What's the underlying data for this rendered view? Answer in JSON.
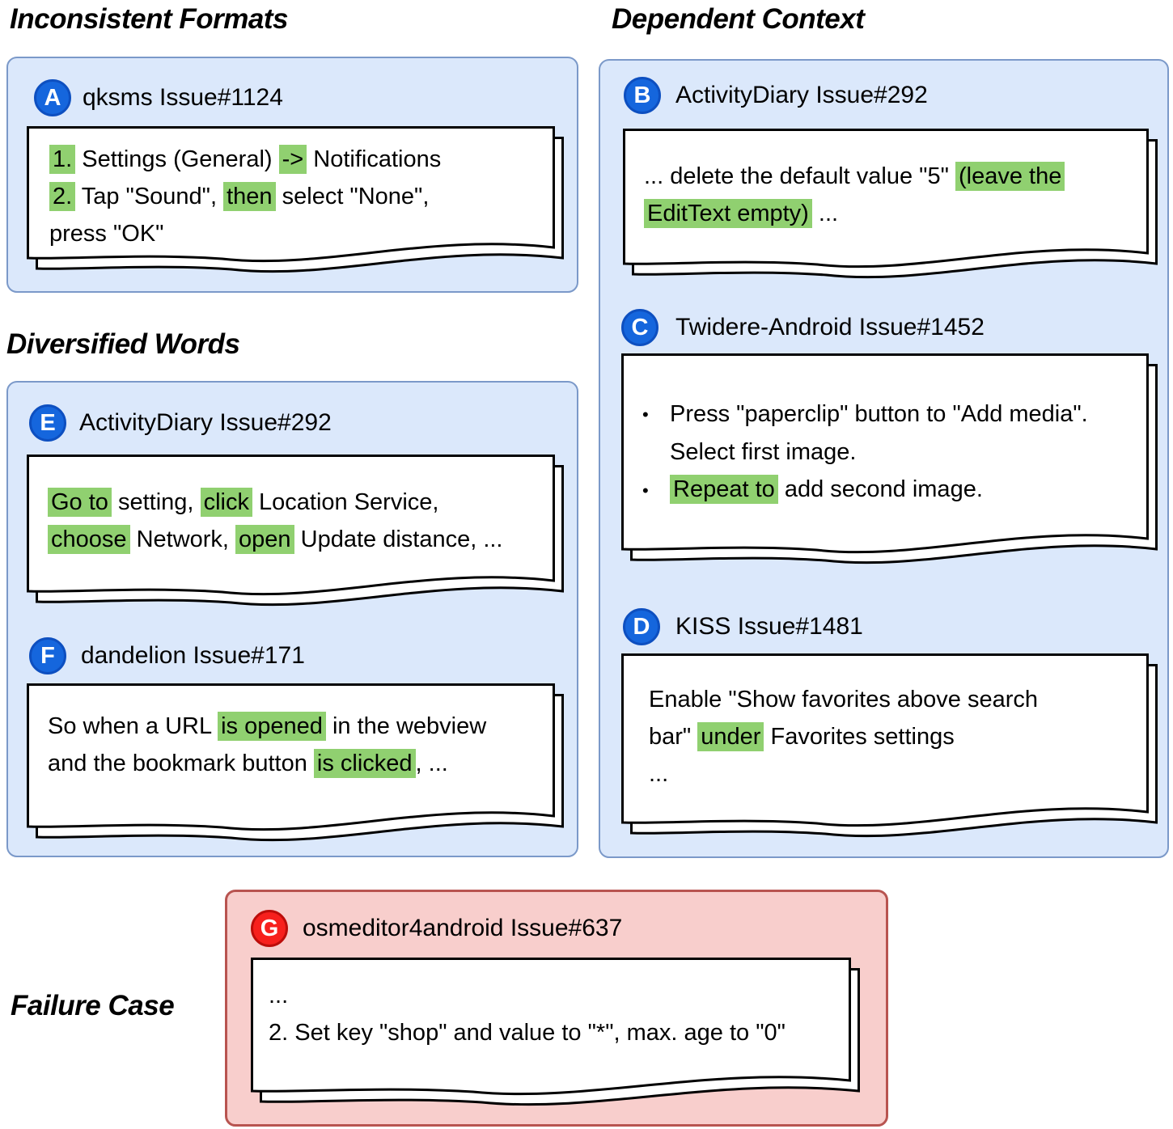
{
  "meta": {
    "bullet_glyph": "•"
  },
  "colors": {
    "blue_panel_bg": "#dbe8fb",
    "blue_panel_border": "#7b99c9",
    "red_panel_bg": "#f8cecc",
    "red_panel_border": "#b85450",
    "badge_blue_bg": "#1566dd",
    "badge_blue_border": "#0d4fc0",
    "badge_red_bg": "#f7201d",
    "badge_red_border": "#bc0d0a",
    "highlight_green": "#90d070",
    "doc_border": "#000000",
    "doc_bg": "#ffffff",
    "text": "#000000"
  },
  "titles": {
    "inconsistent": "Inconsistent Formats",
    "dependent": "Dependent Context",
    "diversified": "Diversified Words",
    "failure": "Failure Case"
  },
  "cards": {
    "A": {
      "letter": "A",
      "header": "qksms Issue#1124",
      "lines": [
        {
          "segs": [
            {
              "t": "1.",
              "h": true
            },
            {
              "t": " Settings (General) ",
              "h": false
            },
            {
              "t": "->",
              "h": true
            },
            {
              "t": " Notifications",
              "h": false
            }
          ]
        },
        {
          "segs": [
            {
              "t": "2.",
              "h": true
            },
            {
              "t": " Tap \"Sound\", ",
              "h": false
            },
            {
              "t": "then",
              "h": true
            },
            {
              "t": " select \"None\",",
              "h": false
            }
          ]
        },
        {
          "segs": [
            {
              "t": "press \"OK\"",
              "h": false
            }
          ]
        }
      ]
    },
    "B": {
      "letter": "B",
      "header": "ActivityDiary Issue#292",
      "lines": [
        {
          "segs": [
            {
              "t": "... delete the default value \"5\" ",
              "h": false
            },
            {
              "t": "(leave the",
              "h": true
            }
          ]
        },
        {
          "segs": [
            {
              "t": "EditText empty)",
              "h": true
            },
            {
              "t": " ...",
              "h": false
            }
          ]
        }
      ]
    },
    "C": {
      "letter": "C",
      "header": "Twidere-Android Issue#1452",
      "lines": [
        {
          "bullet": true,
          "segs": [
            {
              "t": "Press \"paperclip\" button to \"Add media\".",
              "h": false
            }
          ]
        },
        {
          "cont": true,
          "segs": [
            {
              "t": "Select first image.",
              "h": false
            }
          ]
        },
        {
          "bullet": true,
          "segs": [
            {
              "t": "Repeat to",
              "h": true
            },
            {
              "t": " add second image.",
              "h": false
            }
          ]
        }
      ]
    },
    "D": {
      "letter": "D",
      "header": "KISS Issue#1481",
      "lines": [
        {
          "segs": [
            {
              "t": "Enable \"Show favorites above search",
              "h": false
            }
          ]
        },
        {
          "segs": [
            {
              "t": "bar\" ",
              "h": false
            },
            {
              "t": "under",
              "h": true
            },
            {
              "t": " Favorites settings",
              "h": false
            }
          ]
        },
        {
          "segs": [
            {
              "t": "...",
              "h": false
            }
          ]
        }
      ]
    },
    "E": {
      "letter": "E",
      "header": "ActivityDiary Issue#292",
      "lines": [
        {
          "segs": [
            {
              "t": "Go to",
              "h": true
            },
            {
              "t": " setting, ",
              "h": false
            },
            {
              "t": "click",
              "h": true
            },
            {
              "t": " Location Service,",
              "h": false
            }
          ]
        },
        {
          "segs": [
            {
              "t": "choose",
              "h": true
            },
            {
              "t": " Network, ",
              "h": false
            },
            {
              "t": "open",
              "h": true
            },
            {
              "t": " Update distance, ...",
              "h": false
            }
          ]
        }
      ]
    },
    "F": {
      "letter": "F",
      "header": "dandelion Issue#171",
      "lines": [
        {
          "segs": [
            {
              "t": "So when a URL ",
              "h": false
            },
            {
              "t": "is opened",
              "h": true
            },
            {
              "t": " in the webview",
              "h": false
            }
          ]
        },
        {
          "segs": [
            {
              "t": "and the bookmark button ",
              "h": false
            },
            {
              "t": "is clicked",
              "h": true
            },
            {
              "t": ", ...",
              "h": false
            }
          ]
        }
      ]
    },
    "G": {
      "letter": "G",
      "header": "osmeditor4android Issue#637",
      "lines": [
        {
          "segs": [
            {
              "t": "...",
              "h": false
            }
          ]
        },
        {
          "segs": [
            {
              "t": "2. Set key \"shop\" and value to \"*\", max. age to \"0\"",
              "h": false
            }
          ]
        }
      ]
    }
  }
}
